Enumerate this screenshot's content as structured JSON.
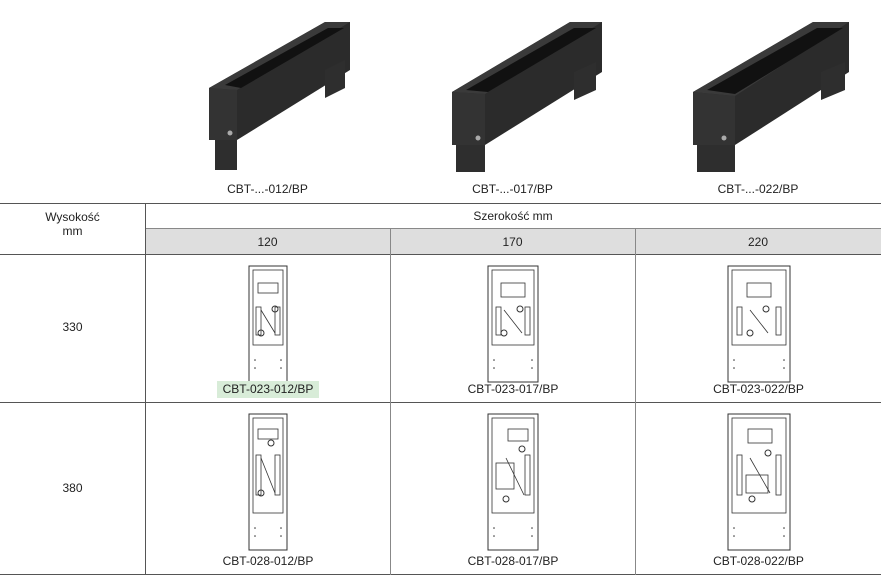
{
  "products": [
    {
      "caption": "CBT-...-012/BP"
    },
    {
      "caption": "CBT-...-017/BP"
    },
    {
      "caption": "CBT-...-022/BP"
    }
  ],
  "table": {
    "height_header_line1": "Wysokość",
    "height_header_line2": "mm",
    "width_header": "Szerokość mm",
    "widths": [
      "120",
      "170",
      "220"
    ],
    "rows": [
      {
        "height": "330",
        "codes": [
          "CBT-023-012/BP",
          "CBT-023-017/BP",
          "CBT-023-022/BP"
        ]
      },
      {
        "height": "380",
        "codes": [
          "CBT-028-012/BP",
          "CBT-028-017/BP",
          "CBT-028-022/BP"
        ]
      }
    ]
  },
  "highlight": {
    "row": 0,
    "col": 0,
    "color": "#d8ecd8"
  }
}
